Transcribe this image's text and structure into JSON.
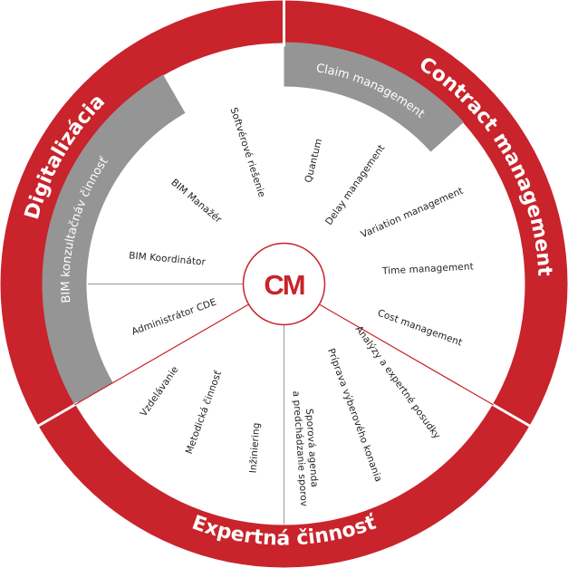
{
  "colors": {
    "red": "#c9232b",
    "gray": "#959595",
    "white": "#ffffff",
    "text": "#222222"
  },
  "logo": {
    "text": "CM"
  },
  "sectors": {
    "digitalizacia": {
      "title": "Digitalizácia",
      "ring": "BIM konzultačnáv činnosť",
      "items": [
        "Softvérové riešenie",
        "BIM Manažér",
        "BIM Koordinátor",
        "Administrátor CDE"
      ]
    },
    "contract": {
      "title": "Contract management",
      "ring": "Claim management",
      "items": [
        "Quantum",
        "Delay management",
        "Variation management",
        "Time management",
        "Cost management"
      ]
    },
    "expertna": {
      "title": "Expertná činnosť",
      "items": [
        "Analýzy a expertné posudky",
        "Príprava výberového konania",
        "Sporová agenda",
        "a predchádzanie sporov",
        "Inžiniering",
        "Metodická činnosť",
        "Vzdelávanie"
      ]
    }
  }
}
